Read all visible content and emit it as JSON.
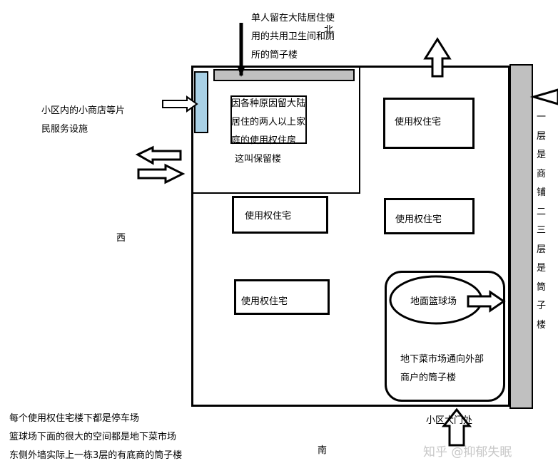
{
  "compass": {
    "north": "北",
    "south": "南",
    "west": "西"
  },
  "notes": {
    "single_residents_lines": [
      "单人留在大陆居住使",
      "用的共用卫生间和厕",
      "所的筒子楼"
    ],
    "shop_lines": [
      "小区内的小商店等片",
      "民服务设施"
    ],
    "retained_lines": [
      "因各种原因留大陆",
      "居住的两人以上家",
      "庭的使用权住房",
      "这叫保留楼"
    ],
    "east_building_chars": [
      "一",
      "层",
      "是",
      "商",
      "铺",
      "二",
      "三",
      "层",
      "是",
      "筒",
      "子",
      "楼"
    ],
    "market_lines": [
      "地下菜市场通向外部",
      "商户的筒子楼"
    ],
    "gate": "小区大门处",
    "footer_lines": [
      "每个使用权住宅楼下都是停车场",
      "篮球场下面的很大的空间都是地下菜市场",
      "东侧外墙实际上一栋3层的有底商的筒子楼"
    ],
    "watermark": "知乎 @抑郁失眠"
  },
  "buildings": {
    "ne_top": "使用权住宅",
    "ne_mid": "使用权住宅",
    "center_mid": "使用权住宅",
    "center_low": "使用权住宅"
  },
  "basketball": "地面篮球场",
  "colors": {
    "shop_strip": "#a9d1e6",
    "grey_building": "#c0c0c0",
    "outline": "#000000"
  }
}
